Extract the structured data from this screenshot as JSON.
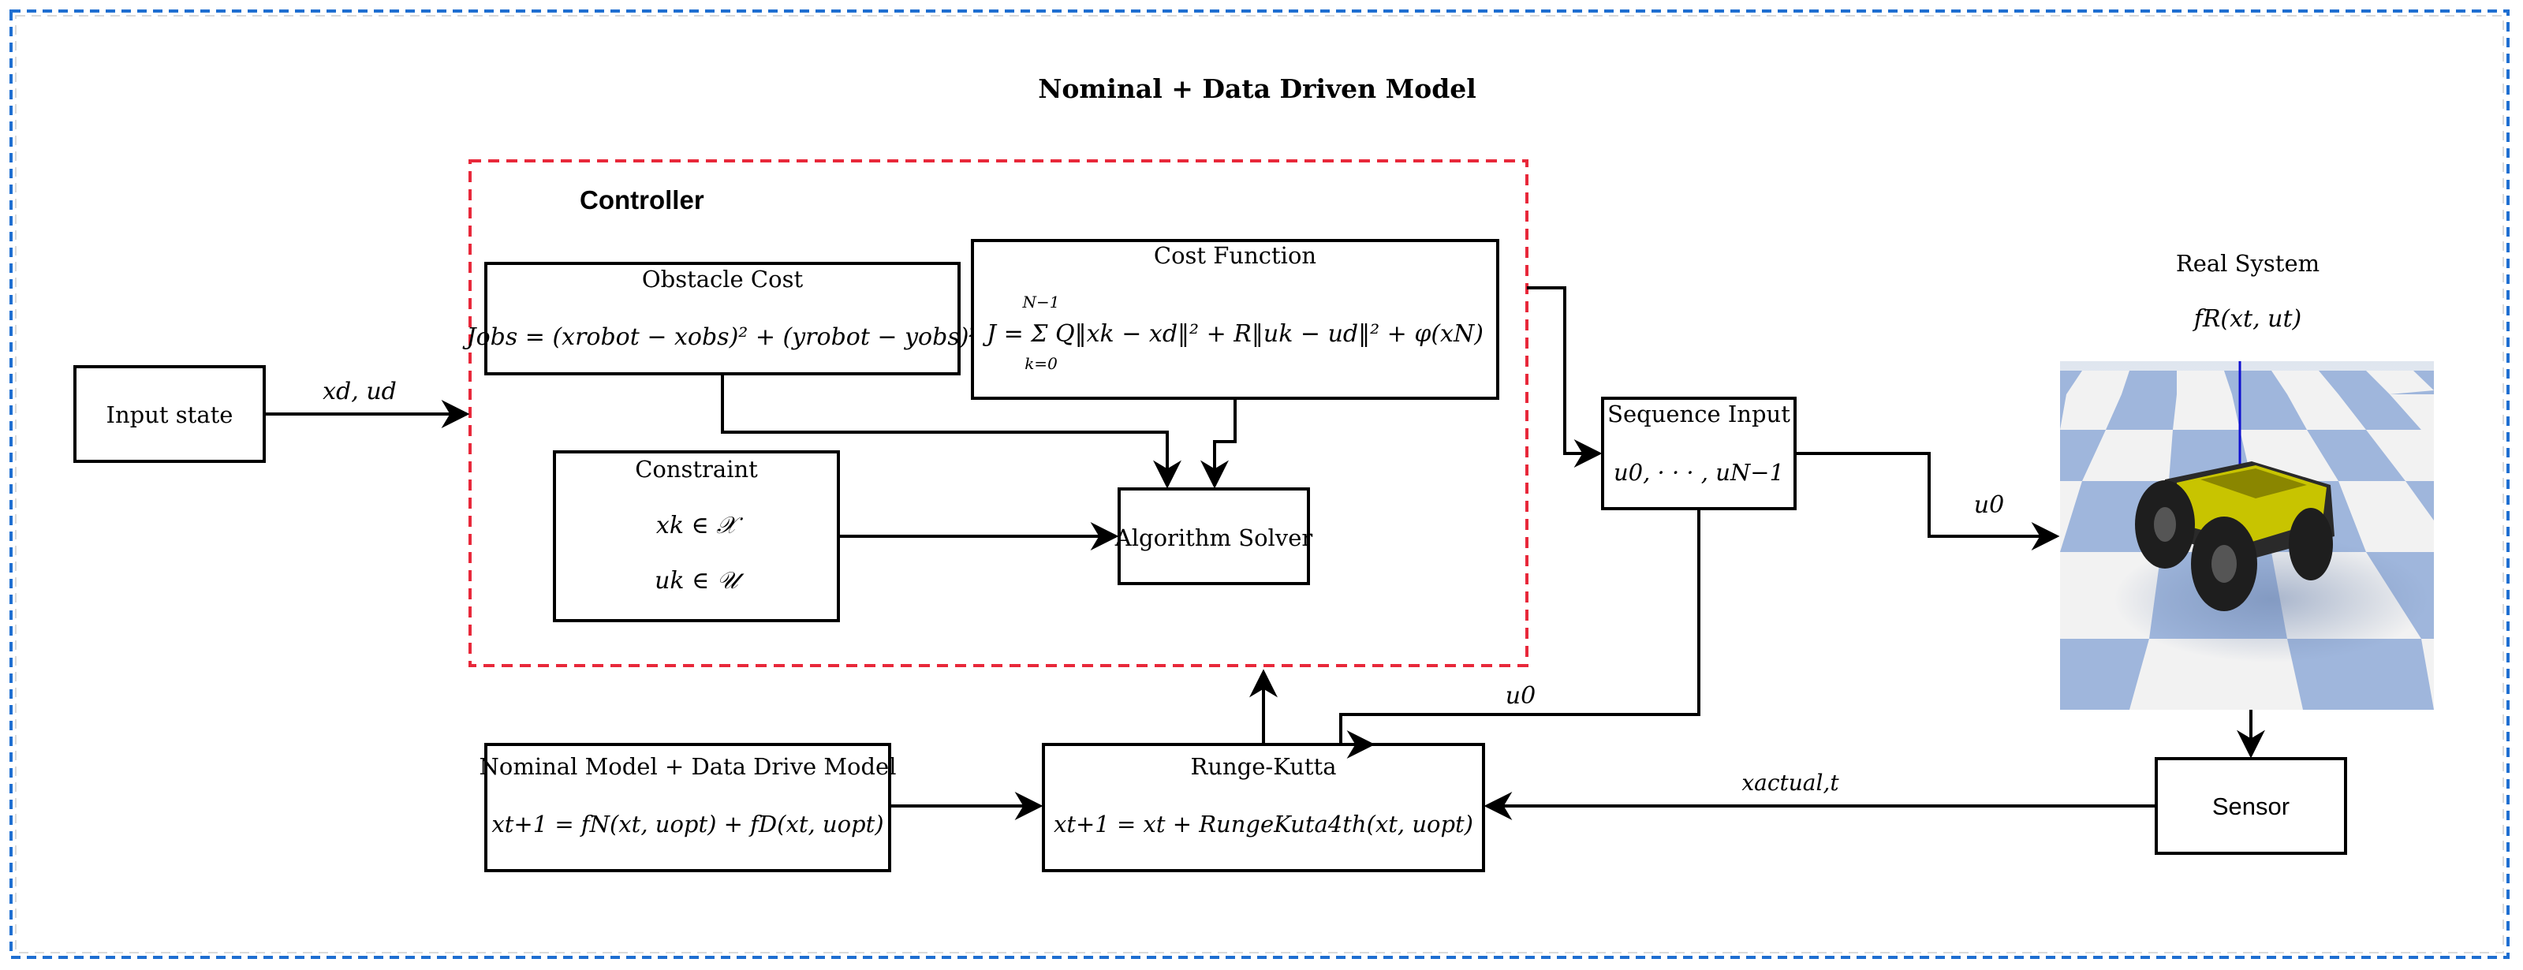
{
  "title": "Nominal + Data Driven Model",
  "controller": {
    "title": "Controller",
    "obstacle_cost": {
      "title": "Obstacle Cost",
      "formula": "Jobs = (xrobot − xobs)² + (yrobot − yobs)²"
    },
    "cost_function": {
      "title": "Cost Function",
      "formula": "J = Σ Q‖xk − xd‖² + R‖uk − ud‖² + φ(xN)",
      "sum_upper": "N−1",
      "sum_lower": "k=0"
    },
    "constraint": {
      "title": "Constraint",
      "line1": "xk ∈ 𝒳",
      "line2": "uk ∈ 𝒰"
    },
    "algorithm_solver": "Algorithm Solver"
  },
  "input_state": {
    "label": "Input state",
    "edge_label": "xd, ud"
  },
  "sequence_input": {
    "title": "Sequence Input",
    "formula": "u0, · · · , uN−1"
  },
  "real_system": {
    "title": "Real System",
    "formula": "fR(xt, ut)"
  },
  "u0_label_right": "u0",
  "u0_label_bottom": "u0",
  "sensor": {
    "label": "Sensor",
    "edge_label": "xactual,t"
  },
  "nominal_model": {
    "title": "Nominal Model + Data Drive Model",
    "formula": "xt+1 = fN(xt, uopt) + fD(xt, uopt)"
  },
  "runge_kutta": {
    "title": "Runge-Kutta",
    "formula": "xt+1 = xt + RungeKuta4th(xt, uopt)"
  },
  "colors": {
    "outer_border": "#1f6fd1",
    "controller_border": "#e8283a",
    "stroke": "#000000",
    "floor_blue": "#9fb6dc",
    "floor_white": "#f2f2f2",
    "robot_yellow": "#c8c400",
    "robot_dark": "#2a2a2a"
  }
}
